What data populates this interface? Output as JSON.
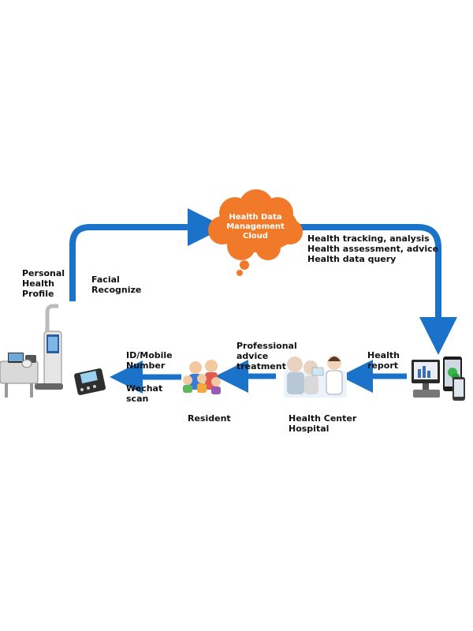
{
  "cloud": {
    "label": "Health Data\nManagement\nCloud",
    "color": "#f07a2a"
  },
  "labels": {
    "personal_health_profile": "Personal\nHealth\nProfile",
    "facial_recognize": "Facial\nRecognize",
    "cloud_services": "Health tracking, analysis\nHealth assessment, advice\nHealth data query",
    "health_report": "Health\nreport",
    "professional_advice": "Professional\nadvice\ntreatment",
    "health_center": "Health Center\nHospital",
    "resident": "Resident",
    "id_mobile": "ID/Mobile\nNumber",
    "wechat_scan": "Wechat\nscan"
  },
  "colors": {
    "arrow": "#1a73c8",
    "text": "#111111"
  }
}
